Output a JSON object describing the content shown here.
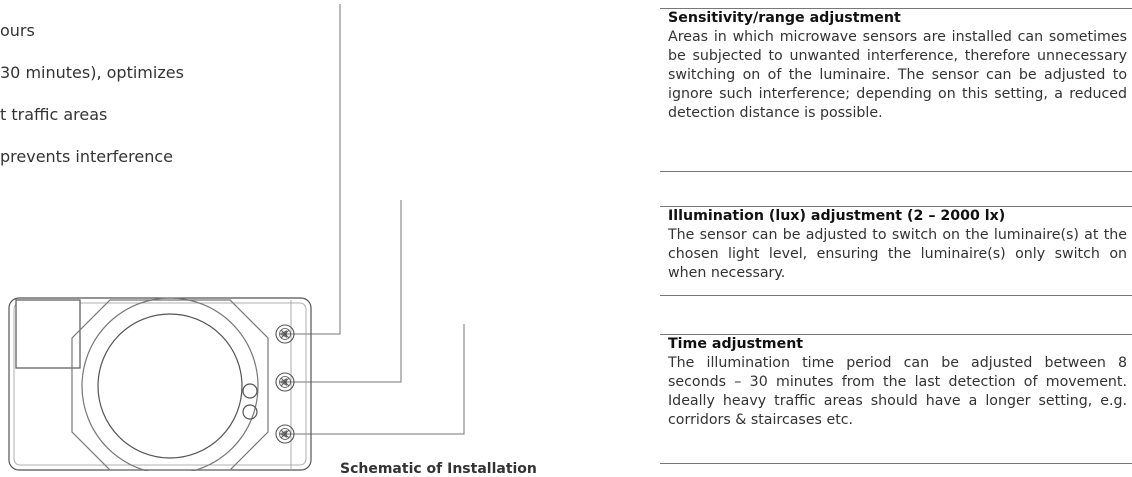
{
  "features": [
    "ours",
    "30 minutes), optimizes",
    "t traffic areas",
    "prevents interference"
  ],
  "callouts": {
    "sensitivity": {
      "title": "Sensitivity/range adjustment",
      "text": "Areas in which microwave sensors are installed can sometimes be subjected to unwanted interference, therefore unnecessary switching on of the luminaire. The sensor can be adjusted to ignore such interference; depending on this setting, a reduced detection distance is possible."
    },
    "illumination": {
      "title": "Illumination (lux) adjustment (2 – 2000 lx)",
      "text": "The sensor can be adjusted to switch on the luminaire(s) at the chosen light level, ensuring the luminaire(s) only switch on when necessary."
    },
    "time": {
      "title": "Time adjustment",
      "text": "The illumination time period can be adjusted between 8 seconds – 30 minutes from the last detection of movement. Ideally heavy traffic areas should have a longer setting, e.g. corridors & staircases etc."
    }
  },
  "caption": "Schematic of Installation",
  "icons": [
    "sensor-body-icon",
    "adjust-screw-icon",
    "led-indicator-icon"
  ],
  "colors": {
    "line": "#777777",
    "text": "#333333"
  }
}
